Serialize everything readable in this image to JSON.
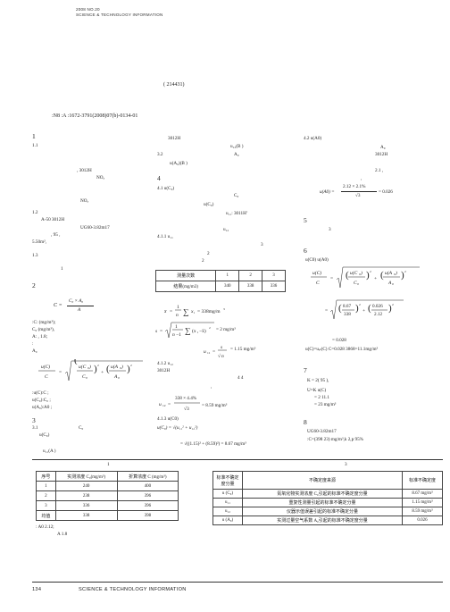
{
  "header": {
    "line1": "2008  NO.20",
    "line2": "SCIENCE & TECHNOLOGY INFORMATION"
  },
  "affiliation_code": "(                              214431)",
  "meta_line": ":N8                                        :A                      :1672-3791(2008)07(b)-0134-01",
  "left_col": {
    "s1": "1",
    "s1_1": "1.1",
    "r1": "3012H",
    "r2": ",  3012H",
    "r3": "NOₓ",
    "r4": "NOₓ",
    "s1_2": "1.2",
    "r5": "A-50               3012H",
    "r6": "UG60-3.82m17",
    "r7": ",       95               ,",
    "r8": "5.50m²,",
    "s1_3": "1.3",
    "r9": "1",
    "s2": "2",
    "def1": ":C:                         (mg/m³);",
    "def2": "C₀                        (mg/m³),",
    "def3": "A:                         ,            1.8;",
    "def4": ":",
    "def5": "A₀",
    "u1": ":u(C):C                                 ;",
    "u2": "u(C₀):C₀                            ;",
    "u3": "u(A₀):A0                               ;",
    "s3": "3",
    "s3_1": "3.1",
    "c0": "C₀",
    "uc0": "u(C₀)",
    "u11a": "u₁₁(A   )"
  },
  "mid_col": {
    "r1": "3012H",
    "u12b": "u₁₂(B  )",
    "s3_2": "3.2",
    "a0": "A₀",
    "ua0b": "u(A₀)(B  )",
    "s4": "4",
    "s4_1": "4.1 u(C₀)",
    "c0": "C₀",
    "uc0": "u(C₀)",
    "u11": "u₁₁:        3011H’",
    "u12": "u₁₂",
    "s4_1_1": "4.1.1  u₁₁",
    "three": "3",
    "two": "2",
    "two_b": "2",
    "s4_1_2": "4.1.2  u₁₂",
    "h3012": "3012H",
    "four": "4      4",
    "comma": ",",
    "s4_1_3": "4.1.3  u(C0)"
  },
  "right_col": {
    "s4_2": "4.2  u(A0)",
    "a0": "A₀",
    "h3012": "3012H",
    "sub21": "2.1   ,",
    "comma": ",",
    "s5": "5",
    "three": "3",
    "s6": "6",
    "s6_eq": "u(C0)   u(A0)",
    "res1": "= 0.028",
    "res2": "u(C)=uₑₗ(C)   C=0.028    3868=11.1mg/m³",
    "s7": "7",
    "k": "K = 2(           95            ),",
    "uk": "U=K    u(C)",
    "uk2": "= 2     11.1",
    "uk3": "= 23 mg/m³",
    "s8": "8",
    "s8_1": "UG60-3.82m17",
    "s8_2": ":C=(398     23) mg/m³,k      2,p     95%"
  },
  "measure_table": {
    "headers": [
      "测量次数",
      "1",
      "2",
      "3"
    ],
    "row": [
      "结果(mg/m3)",
      "340",
      "338",
      "336"
    ]
  },
  "table1": {
    "title": "1",
    "headers": [
      "序号",
      "实测浓度 C₀(mg/m³)",
      "折算浓度 C (mg/m³)"
    ],
    "rows": [
      [
        "1",
        "240",
        "400"
      ],
      [
        "2",
        "238",
        "396"
      ],
      [
        "3",
        "336",
        "396"
      ],
      [
        "均值",
        "338",
        "398"
      ]
    ],
    "note1": ":                              A0     2.12;",
    "note2": "A      1.8"
  },
  "table3": {
    "title": "3",
    "headers": [
      "标准不确定度分量",
      "不确定度来源",
      "标准不确定度"
    ],
    "rows": [
      [
        "u (C₀)",
        "氮氧化物实测浓度 C₀引起的标准不确定度分量",
        "8.67 mg/m³"
      ],
      [
        "u₁₁",
        "重复性测量引起的标准不确定分量",
        "1.15 mg/m³"
      ],
      [
        "u₁₂",
        "仪器示值误差引起的标准不确定分量",
        "8.59 mg/m³"
      ],
      [
        "u (A₀)",
        "实测过量空气系数 A₀引起的标准不确定度分量",
        "0.026"
      ]
    ]
  },
  "formulas": {
    "c_eq": "C",
    "c0a0": "C₀ × A₀",
    "a": "A",
    "xbar": "x̄ = ",
    "xbar_rhs": "∑ xᵢ = 338 mg/m³",
    "s_rhs": "= 2 mg/m³",
    "u11_rhs": "= 1.15 mg/m³",
    "u12_num": "338 × 4.4%",
    "u12_rhs": "= 8.59 mg/m³",
    "uc0": "u(C₀) = √(u₁₁² + u₁₂²)",
    "uc0_num": "= √((1.15)² + (8.59)²) = 8.67 mg/m³",
    "ua0": "u(A0) = ",
    "ua0_num": "2.12 × 2.1%",
    "ua0_rhs": "= 0.026",
    "sqrt3": "√3",
    "num1": "8.67",
    "den1": "338",
    "num2": "0.026",
    "den2": "2.12"
  },
  "footer": {
    "page": "134",
    "journal": "SCIENCE & TECHNOLOGY INFORMATION"
  }
}
